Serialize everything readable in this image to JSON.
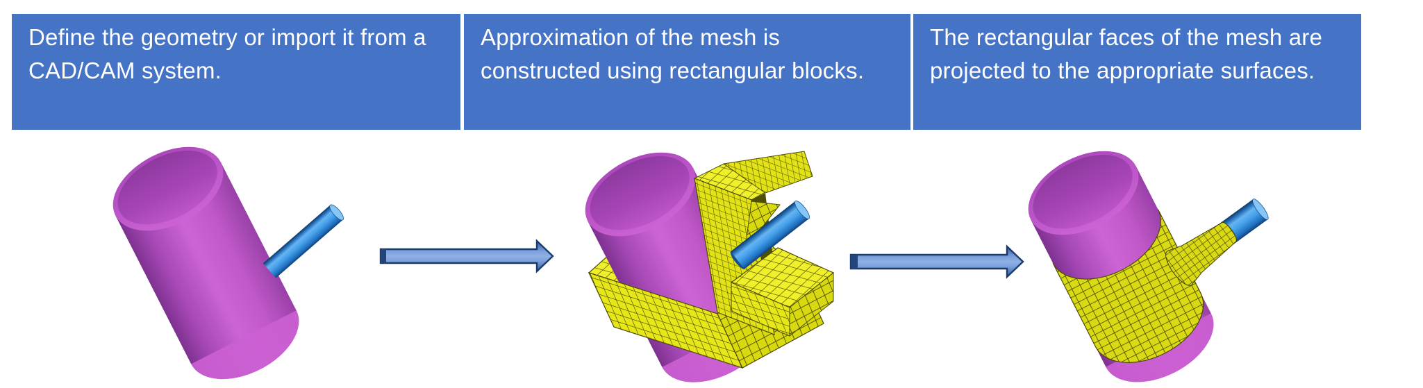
{
  "diagram": {
    "type": "process-flow",
    "title": "",
    "steps": [
      {
        "caption": "Define the geometry or import it from a CAD/CAM system.",
        "figure": "solid geometry: magenta cylinder with small blue branch cylinder"
      },
      {
        "caption": "Approximation of the mesh is constructed using rectangular blocks.",
        "figure": "geometry enclosed by yellow rectangular mesh blocks"
      },
      {
        "caption": "The rectangular faces of the mesh are projected to the appropriate surfaces.",
        "figure": "yellow mesh wrapped onto the cylinder and branch surfaces"
      }
    ],
    "connectors": [
      {
        "name": "arrow-step1-to-step2",
        "direction": "right"
      },
      {
        "name": "arrow-step2-to-step3",
        "direction": "right"
      }
    ],
    "colors": {
      "panel_blue": "#4573C6",
      "panel_text": "#FFFFFF",
      "arrow_fill": "#7DA2DE",
      "arrow_outline": "#1B3B69",
      "cylinder_magenta": "#C85FD0",
      "branch_blue": "#45A0EA",
      "mesh_yellow": "#E8E81C",
      "mesh_line": "#4E4E00"
    }
  }
}
